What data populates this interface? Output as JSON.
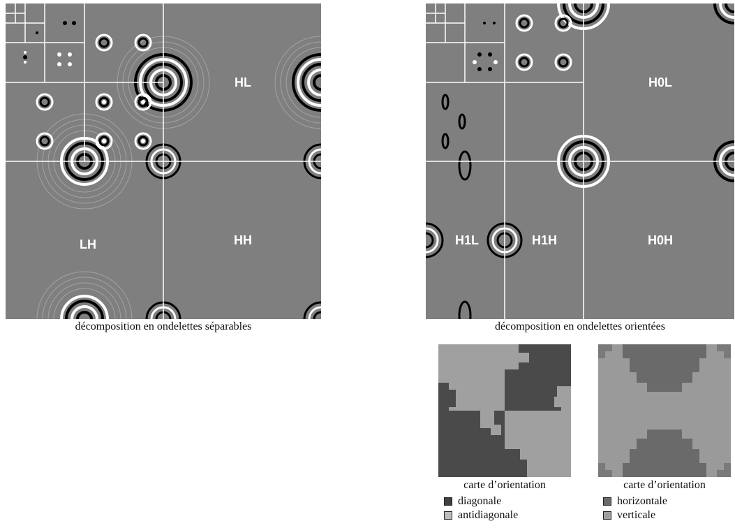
{
  "left_figure": {
    "caption": "décomposition en ondelettes séparables",
    "band_labels": {
      "hl": "HL",
      "lh": "LH",
      "hh": "HH"
    }
  },
  "right_figure": {
    "caption": "décomposition en ondelettes orientées",
    "band_labels": {
      "h0l": "H0L",
      "h0h": "H0H",
      "h1l": "H1L",
      "h1h": "H1H"
    }
  },
  "orientation_maps": [
    {
      "caption": "carte d’orientation",
      "legend": [
        {
          "label": "diagonale",
          "color": "#404040"
        },
        {
          "label": "antidiagonale",
          "color": "#a8a8a8"
        }
      ]
    },
    {
      "caption": "carte d’orientation",
      "legend": [
        {
          "label": "horizontale",
          "color": "#6a6a6a"
        },
        {
          "label": "verticale",
          "color": "#9a9a9a"
        }
      ]
    }
  ],
  "colors": {
    "band_gray": "#7f7f7f",
    "divider": "#ffffff",
    "map_dark": "#4a4a4a",
    "map_light": "#a0a0a0"
  }
}
